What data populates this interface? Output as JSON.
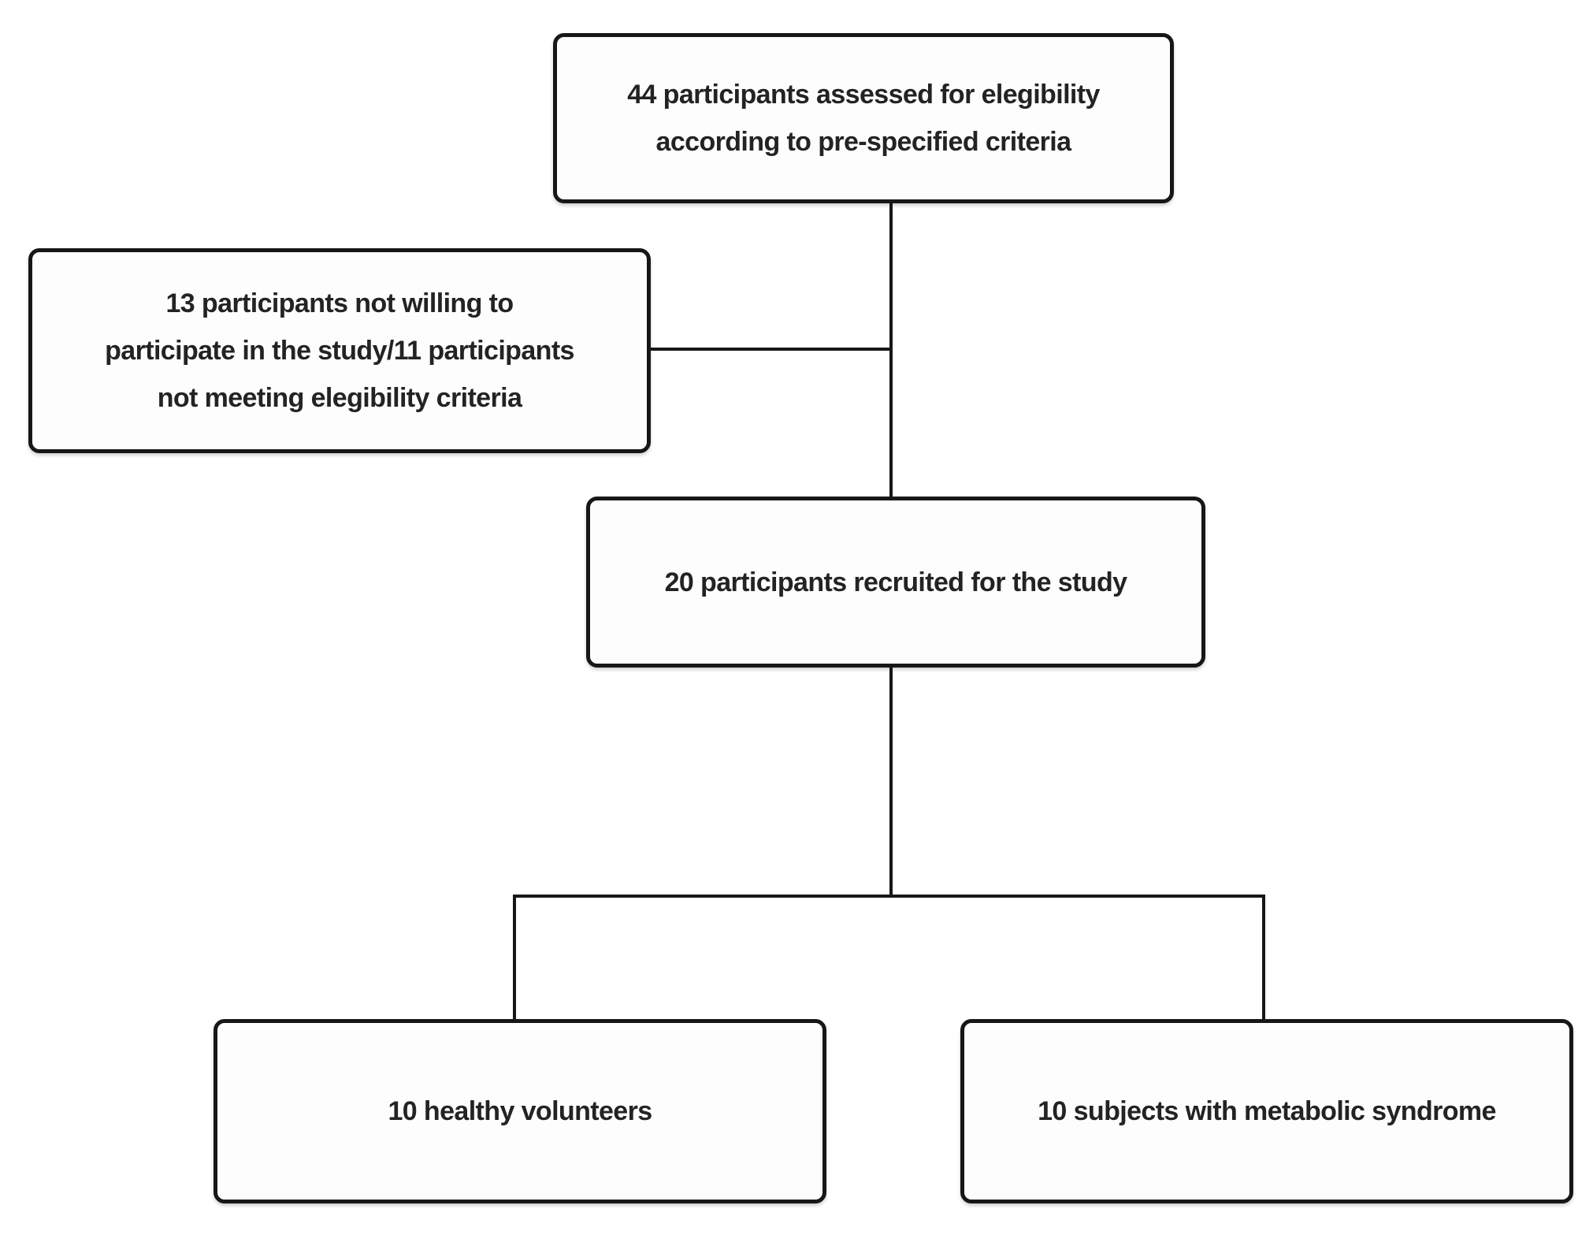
{
  "diagram": {
    "type": "flowchart",
    "background_color": "#ffffff",
    "line_color": "#171717",
    "box_border_color": "#171717",
    "text_color": "#232323",
    "nodes": {
      "assessed": {
        "lines": [
          "44 participants assessed for elegibility",
          "according to pre-specified criteria"
        ]
      },
      "excluded": {
        "lines": [
          "13 participants not willing to",
          "participate in the study/11 participants",
          "not meeting elegibility criteria"
        ]
      },
      "recruited": {
        "lines": [
          "20 participants recruited for the study"
        ]
      },
      "healthy": {
        "lines": [
          "10 healthy volunteers"
        ]
      },
      "metabolic": {
        "lines": [
          "10 subjects with metabolic syndrome"
        ]
      }
    },
    "edges": [
      {
        "from": "assessed",
        "to": "recruited"
      },
      {
        "from": "assessed",
        "to": "excluded"
      },
      {
        "from": "recruited",
        "to": "healthy"
      },
      {
        "from": "recruited",
        "to": "metabolic"
      }
    ]
  }
}
